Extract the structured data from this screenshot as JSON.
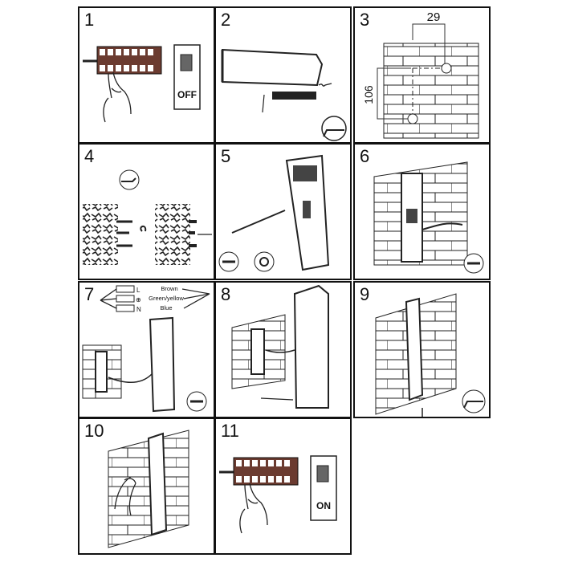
{
  "panels": [
    {
      "number": "1",
      "switch_label": "OFF"
    },
    {
      "number": "2"
    },
    {
      "number": "3",
      "dim_horizontal": "29",
      "dim_vertical": "106"
    },
    {
      "number": "4"
    },
    {
      "number": "5"
    },
    {
      "number": "6"
    },
    {
      "number": "7",
      "terminals": [
        "L",
        "⊕",
        "N"
      ],
      "wires": [
        "Brown",
        "Green/yellow",
        "Blue"
      ]
    },
    {
      "number": "8"
    },
    {
      "number": "9"
    },
    {
      "number": "10"
    },
    {
      "number": "11",
      "switch_label": "ON"
    }
  ]
}
